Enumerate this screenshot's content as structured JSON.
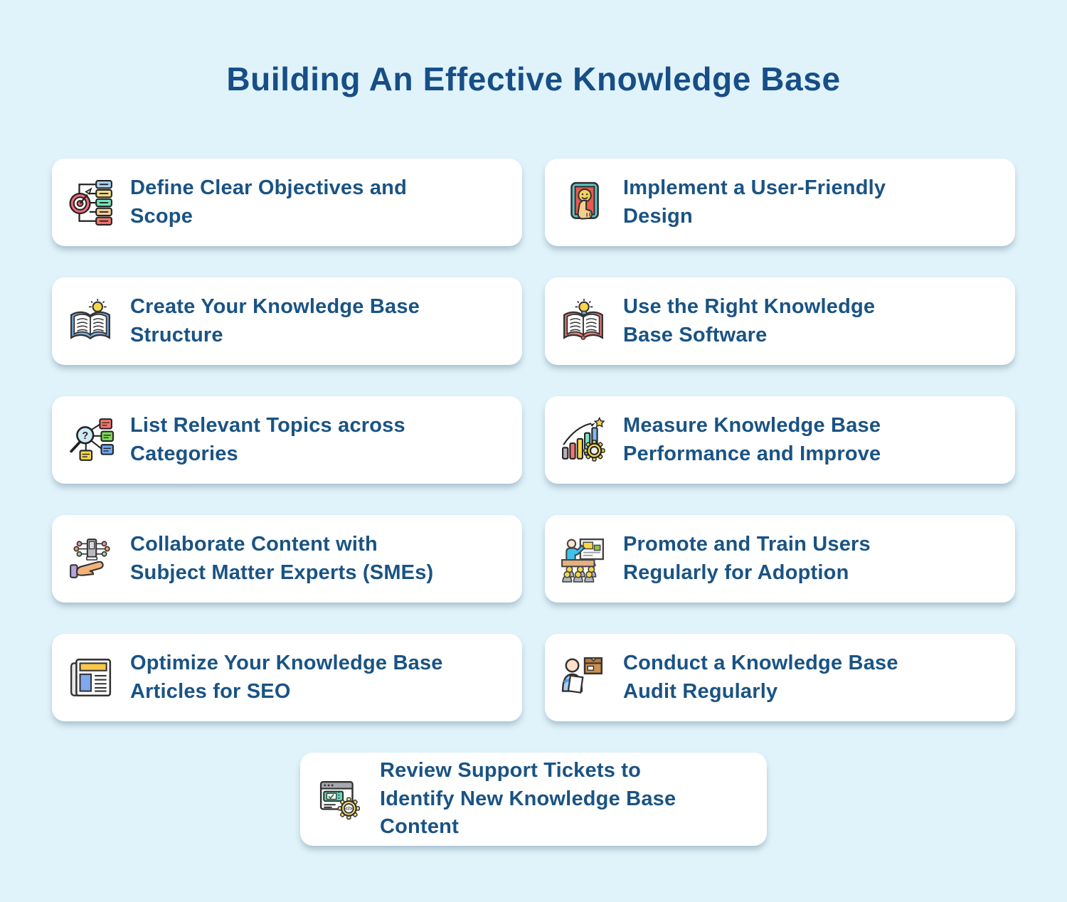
{
  "title": "Building An Effective Knowledge Base",
  "theme": {
    "background": "#E0F3FA",
    "title_color": "#174E87",
    "text_color": "#1A5384",
    "card_bg": "#FFFFFF"
  },
  "accent_colors": {
    "red": "#F4766F",
    "yellow": "#F7D64B",
    "teal": "#74E5BB",
    "blue": "#7FB9F0",
    "tan": "#F0CE9A"
  },
  "cards": [
    {
      "label": "Define Clear Objectives and\nScope",
      "icon": "target-objectives-icon"
    },
    {
      "label": "Implement a User-Friendly\nDesign",
      "icon": "touch-smiley-tablet-icon"
    },
    {
      "label": "Create Your Knowledge Base\nStructure",
      "icon": "open-book-lightbulb-blue-icon"
    },
    {
      "label": "Use the Right Knowledge\nBase Software",
      "icon": "open-book-lightbulb-red-icon"
    },
    {
      "label": "List Relevant Topics across\nCategories",
      "icon": "magnifier-categories-icon"
    },
    {
      "label": "Measure Knowledge Base\nPerformance and Improve",
      "icon": "bar-chart-star-gear-icon"
    },
    {
      "label": "Collaborate Content with\nSubject Matter Experts (SMEs)",
      "icon": "hand-network-device-icon"
    },
    {
      "label": "Promote and Train Users\nRegularly for Adoption",
      "icon": "presentation-training-icon"
    },
    {
      "label": "Optimize Your Knowledge Base\nArticles for SEO",
      "icon": "newspaper-seo-icon"
    },
    {
      "label": "Conduct a Knowledge Base\nAudit Regularly",
      "icon": "person-box-audit-icon"
    },
    {
      "label": "Review Support Tickets to\nIdentify New Knowledge Base\nContent",
      "icon": "browser-ticket-gear-icon"
    }
  ]
}
